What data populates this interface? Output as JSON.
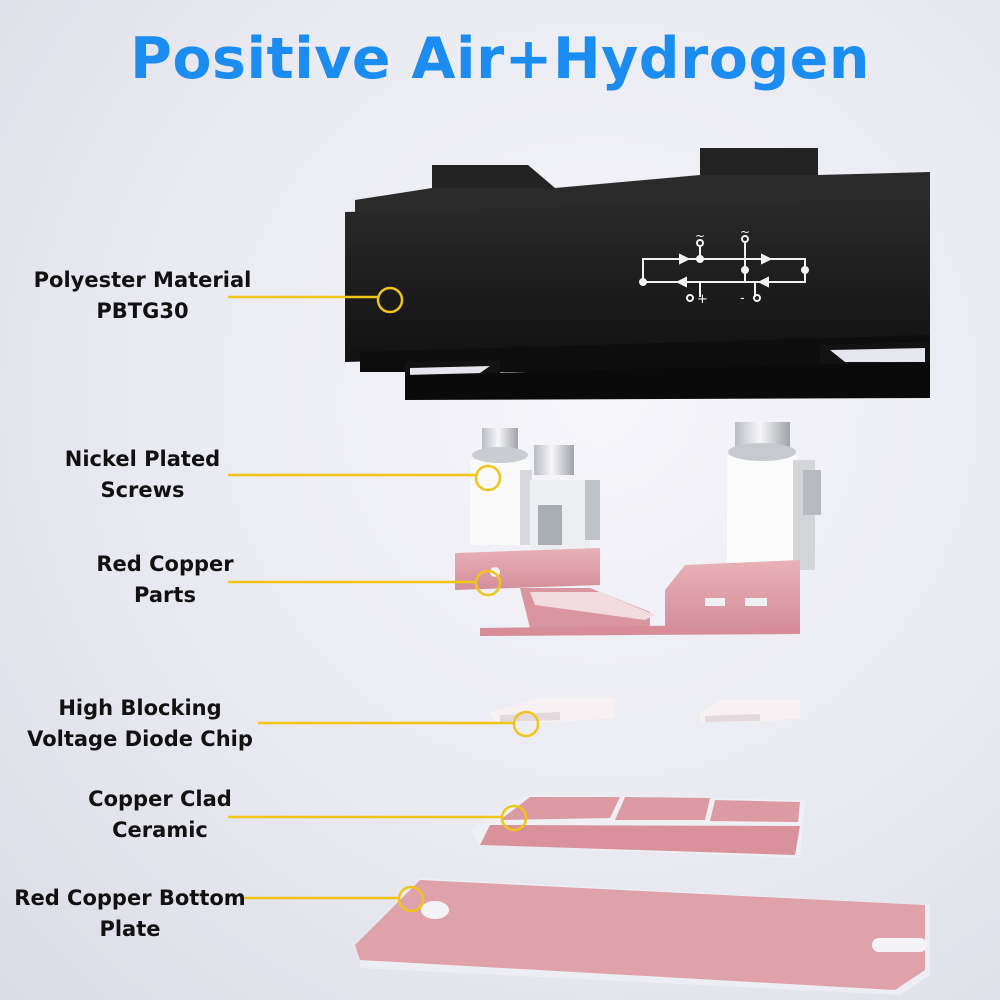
{
  "title": "Positive Air+Hydrogen",
  "labels": {
    "polyester": [
      "Polyester Material",
      "PBTG30"
    ],
    "screws": [
      "Nickel Plated",
      "Screws"
    ],
    "copper_parts": [
      "Red Copper",
      "Parts"
    ],
    "diode_chip": [
      "High Blocking",
      "Voltage Diode Chip"
    ],
    "ceramic": [
      "Copper Clad",
      "Ceramic"
    ],
    "bottom_plate": [
      "Red Copper Bottom",
      "Plate"
    ]
  },
  "housing_symbols": {
    "ac1": "~",
    "ac2": "~",
    "plus": "+",
    "minus": "-"
  },
  "colors": {
    "title": "#1b8cf0",
    "leader": "#f0c419",
    "housing": "#1a1a1a",
    "copper": "#e3a4ad",
    "chip": "#f4eef0"
  }
}
